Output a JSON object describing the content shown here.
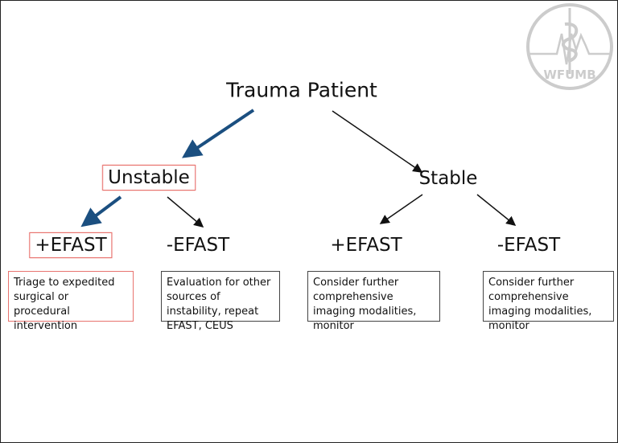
{
  "root": "Trauma Patient",
  "branches": {
    "unstable": {
      "label": "Unstable",
      "positive": {
        "label": "+EFAST",
        "action": "Triage to expedited surgical or procedural intervention"
      },
      "negative": {
        "label": "-EFAST",
        "action": "Evaluation for other sources of instability, repeat EFAST, CEUS"
      }
    },
    "stable": {
      "label": "Stable",
      "positive": {
        "label": "+EFAST",
        "action": "Consider further comprehensive imaging modalities, monitor"
      },
      "negative": {
        "label": "-EFAST",
        "action": "Consider further comprehensive imaging modalities, monitor"
      }
    }
  },
  "logo": "WFUMB",
  "colors": {
    "highlight_arrow": "#1b4f80",
    "highlight_box": "#e8736f"
  }
}
